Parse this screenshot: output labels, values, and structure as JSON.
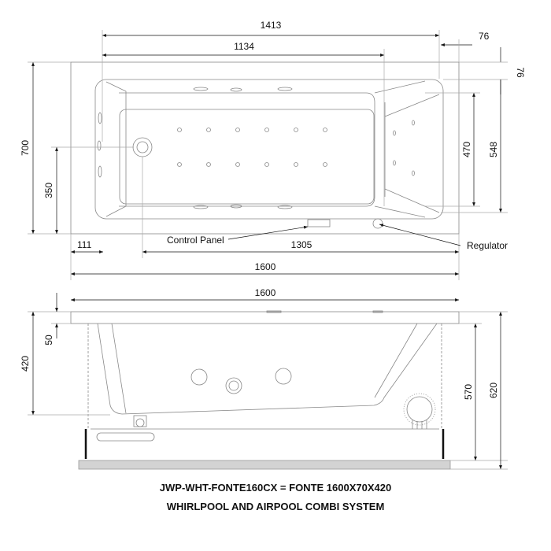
{
  "top_view": {
    "dims": {
      "overall_inner_length": "1413",
      "basin_length": "1134",
      "rim_right": "76",
      "rim_top": "76",
      "width": "700",
      "drain_offset": "350",
      "basin_width": "470",
      "inner_width": "548",
      "drain_from_edge": "111",
      "drain_to_end": "1305",
      "length": "1600"
    },
    "labels": {
      "control_panel": "Control Panel",
      "regulator": "Regulator"
    }
  },
  "side_view": {
    "dims": {
      "length": "1600",
      "rim_height": "50",
      "depth": "420",
      "body_height": "570",
      "total_height": "620"
    }
  },
  "caption": {
    "model": "JWP-WHT-FONTE160CX = FONTE 1600X70X420",
    "system": "WHIRLPOOL AND AIRPOOL COMBI SYSTEM"
  }
}
